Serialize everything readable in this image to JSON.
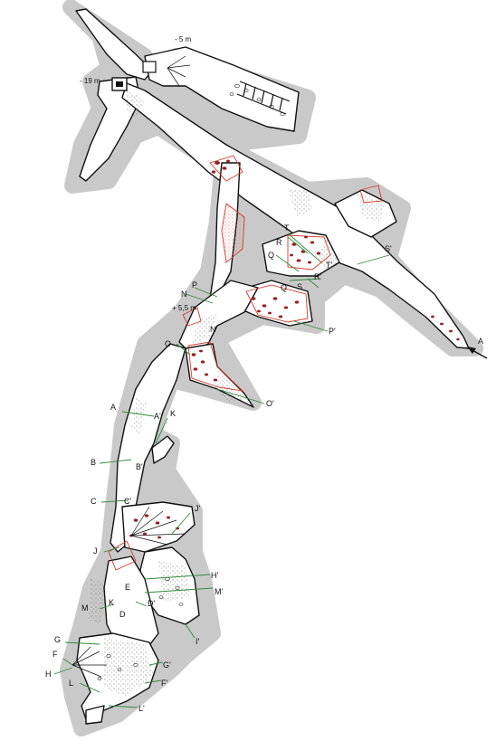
{
  "depth_labels": {
    "minus_5": "- 5 m",
    "minus_19": "- 19 m",
    "plus_5_5": "+ 5,5 m"
  },
  "section_labels": {
    "A": "A",
    "A_p": "A'",
    "B": "B",
    "B_p": "B'",
    "C": "C",
    "C_p": "C'",
    "D": "D",
    "D_p": "D'",
    "E": "E",
    "F": "F",
    "F_p": "F'",
    "G": "G",
    "G_p": "G'",
    "H": "H",
    "H_p": "H'",
    "I_p": "I'",
    "J": "J",
    "J_p": "J'",
    "K": "K",
    "L": "L",
    "L_p": "L'",
    "M": "M",
    "M_p": "M'",
    "N": "N",
    "N_p": "N'",
    "O": "O",
    "O_p": "O'",
    "P": "P",
    "P_p": "P'",
    "Q": "Q",
    "Q_p": "Q'",
    "R": "R",
    "R_p": "R'",
    "S": "S",
    "S_p": "S'",
    "T": "T",
    "T_p": "T'",
    "A_entrance": "A"
  },
  "colors": {
    "wall": "#111111",
    "halo": "#c9c9c9",
    "deposit_outline": "#d43a2a",
    "blocks": "#9b1f25",
    "section_line": "#2e8b3a"
  },
  "icons": [
    "entrance-arrow-icon",
    "ladder-icon",
    "shaft-icon"
  ]
}
